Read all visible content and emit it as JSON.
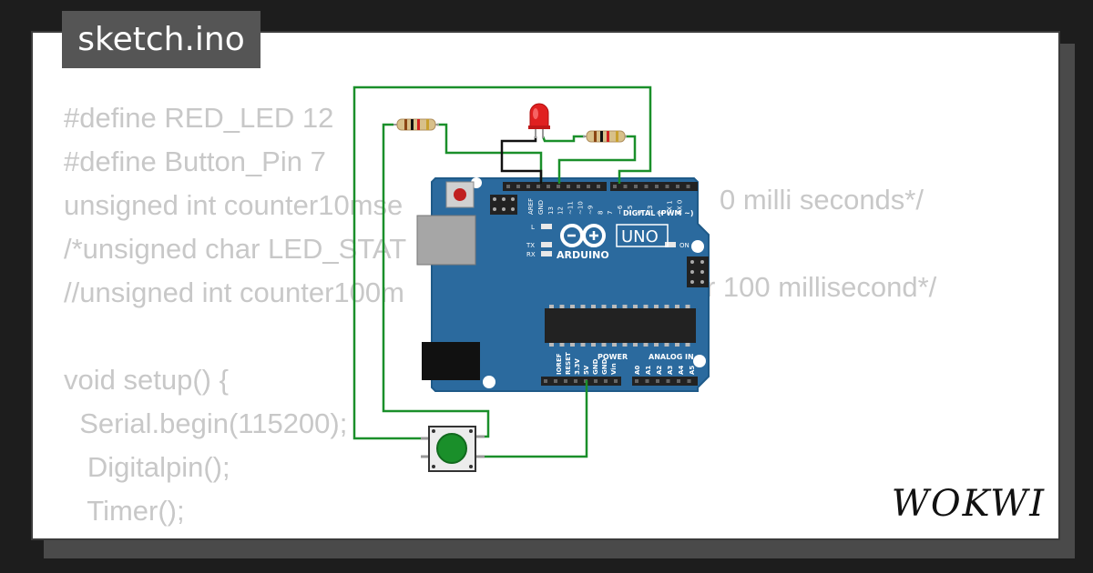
{
  "title": "sketch.ino",
  "brand": "WOKWI",
  "code_lines": [
    "#define RED_LED 12",
    "#define Button_Pin 7",
    "unsigned int counter10mse",
    "/*unsigned char LED_STAT",
    "//unsigned int counter100m",
    "",
    "void setup() {",
    "  Serial.begin(115200);",
    "   Digitalpin();",
    "   Timer();",
    "}"
  ],
  "code_tails": [
    "0 milli seconds*/",
    "r 100 millisecond*/"
  ],
  "board": {
    "logo_text": "ARDUINO",
    "model": "UNO",
    "digital_label": "DIGITAL (PWM ~)",
    "power_label": "POWER",
    "analog_label": "ANALOG IN",
    "on_label": "ON",
    "led_labels": [
      "L",
      "TX",
      "RX"
    ],
    "top_pins": [
      "AREF",
      "GND",
      "13",
      "12",
      "~11",
      "~10",
      "~9",
      "8",
      "7",
      "~6",
      "~5",
      "4",
      "~3",
      "2",
      "TX 1",
      "RX 0"
    ],
    "power_pins": [
      "IOREF",
      "RESET",
      "3.3V",
      "5V",
      "GND",
      "GND",
      "Vin"
    ],
    "analog_pins": [
      "A0",
      "A1",
      "A2",
      "A3",
      "A4",
      "A5"
    ]
  },
  "colors": {
    "board": "#2b6a9e",
    "wire": "#1a8f2a",
    "wire_black": "#111111",
    "led": "#e02020",
    "button": "#1a8f2a"
  }
}
